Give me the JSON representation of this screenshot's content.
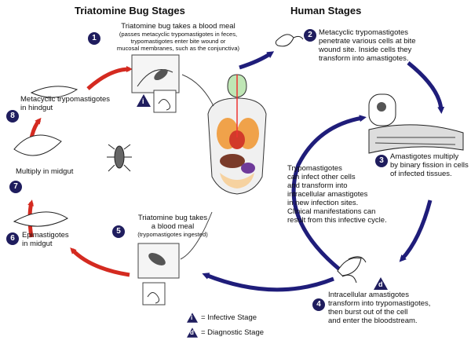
{
  "headers": {
    "left": "Triatomine Bug Stages",
    "right": "Human Stages"
  },
  "steps": [
    {
      "number": "1",
      "title": "Triatomine bug takes a blood meal",
      "subtitle_lines": [
        "(passes metacyclic trypomastigotes in feces,",
        "trypomastigotes enter bite wound or",
        "mucosal membranes, such as the conjunctiva)"
      ]
    },
    {
      "number": "2",
      "lines": [
        "Metacyclic trypomastigotes",
        "penetrate various cells at bite",
        "wound site.  Inside cells they",
        "transform into amastigotes."
      ]
    },
    {
      "number": "3",
      "lines": [
        "Amastigotes multiply",
        "by binary fission in cells",
        "of infected tissues."
      ]
    },
    {
      "number": "4",
      "lines": [
        "Intracellular amastigotes",
        "transform into trypomastigotes,",
        "then burst out of the cell",
        "and enter the bloodstream."
      ]
    },
    {
      "number": "5",
      "title_lines": [
        "Triatomine bug takes",
        "a blood meal"
      ],
      "subtitle": "(trypomastigotes ingested)"
    },
    {
      "number": "6",
      "lines": [
        "Epimastigotes",
        "in midgut"
      ]
    },
    {
      "number": "7",
      "lines": [
        "Multiply in midgut"
      ]
    },
    {
      "number": "8",
      "lines": [
        "Metacyclic trypomastigotes",
        "in hindgut"
      ]
    }
  ],
  "center_text": [
    "Trypomastigotes",
    "can infect other cells",
    "and transform into",
    "intracellular amastigotes",
    "in new infection sites.",
    "Clinical manifestations can",
    "result from this infective cycle."
  ],
  "legend": [
    {
      "symbol": "i",
      "label": "= Infective Stage"
    },
    {
      "symbol": "d",
      "label": "= Diagnostic Stage"
    }
  ],
  "stage_markers": {
    "infective": "i",
    "diagnostic": "d"
  },
  "colors": {
    "red_arrow": "#d42a20",
    "blue_arrow": "#1f1d7a",
    "badge": "#1f1d5e"
  }
}
